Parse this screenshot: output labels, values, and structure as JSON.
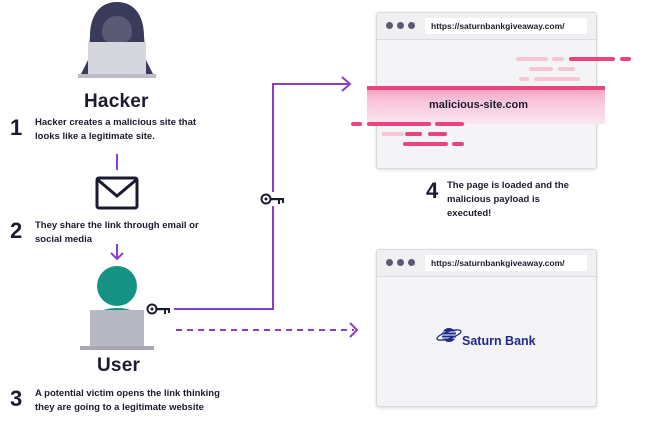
{
  "actors": {
    "hacker_label": "Hacker",
    "user_label": "User"
  },
  "steps": [
    {
      "number": "1",
      "text_line1": "Hacker creates a malicious site that",
      "text_line2": "looks like a legitimate site."
    },
    {
      "number": "2",
      "text_line1": "They share the link through email or",
      "text_line2": "social media"
    },
    {
      "number": "3",
      "text_line1": "A potential victim opens the link thinking",
      "text_line2": "they are going to a legitimate website"
    },
    {
      "number": "4",
      "text_line1": "The page is loaded and the",
      "text_line2": "malicious payload is",
      "text_line3": "executed!"
    }
  ],
  "browser_malicious": {
    "url": "https://saturnbankgiveaway.com/",
    "banner_text": "malicious-site.com"
  },
  "browser_legit": {
    "url": "https://saturnbankgiveaway.com/",
    "brand_text": "Saturn Bank"
  },
  "icons": [
    "hacker-icon",
    "envelope-icon",
    "user-icon",
    "laptop-icon",
    "key-icon",
    "saturn-logo-icon"
  ],
  "colors": {
    "accent_purple": "#8a3fc9",
    "teal": "#149384",
    "malicious_pink": "#e8457e",
    "brand_navy": "#1f2b8a",
    "text_dark": "#1b1b2f"
  }
}
